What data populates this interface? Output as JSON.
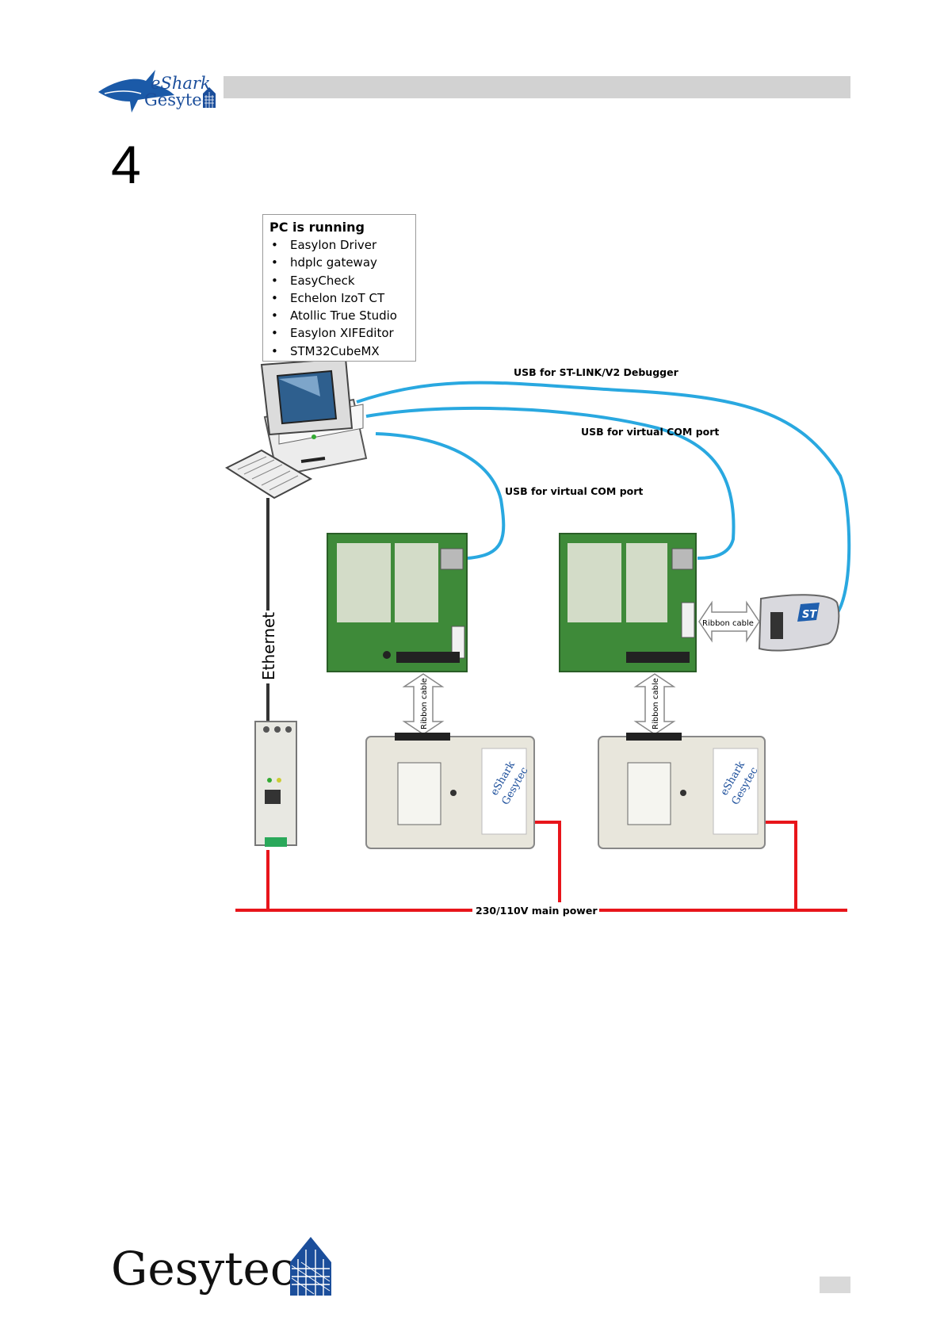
{
  "header": {
    "logo_line1": "eShark",
    "logo_line2": "Gesytec"
  },
  "chapter": {
    "number": "4"
  },
  "pc_box": {
    "title": "PC is running",
    "items": [
      "Easylon Driver",
      "hdplc gateway",
      "EasyCheck",
      "Echelon IzoT CT",
      "Atollic True Studio",
      "Easylon XIFEditor",
      "STM32CubeMX"
    ]
  },
  "labels": {
    "usb_debugger": "USB for ST-LINK/V2 Debugger",
    "usb_com_right": "USB for virtual COM port",
    "usb_com_left": "USB for virtual COM port",
    "ethernet": "Ethernet",
    "ribbon_st": "Ribbon cable",
    "ribbon_left": "Ribbon cable",
    "ribbon_right": "Ribbon cable",
    "power": "230/110V main power"
  },
  "device_logo": {
    "line1": "eShark",
    "line2": "Gesytec"
  },
  "st_logo": "ST",
  "footer": {
    "logo_text": "Gesytec",
    "page_number": ""
  },
  "colors": {
    "usb_cable": "#29a8e0",
    "power_line": "#e8151b",
    "ethernet_cable": "#333333",
    "pcb_green": "#3f8f3a",
    "header_bar": "#d2d2d2",
    "brand_blue": "#1b4e9b"
  }
}
